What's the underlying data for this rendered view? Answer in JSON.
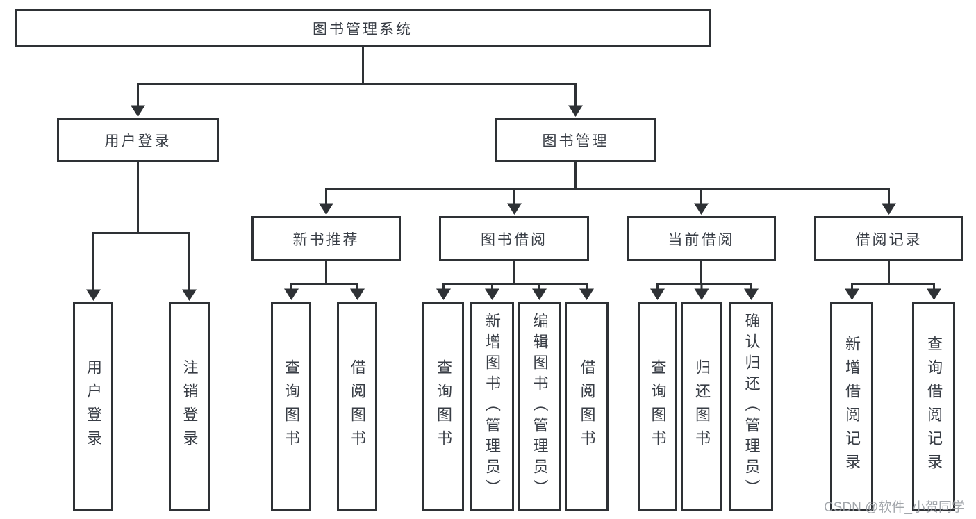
{
  "tree": {
    "root": "图书管理系统",
    "branches": [
      {
        "label": "用户登录",
        "leaves": [
          "用户登录",
          "注销登录"
        ]
      },
      {
        "label": "图书管理",
        "categories": [
          {
            "label": "新书推荐",
            "leaves": [
              "查询图书",
              "借阅图书"
            ]
          },
          {
            "label": "图书借阅",
            "leaves": [
              "查询图书",
              "新增图书（管理员）",
              "编辑图书（管理员）",
              "借阅图书"
            ]
          },
          {
            "label": "当前借阅",
            "leaves": [
              "查询图书",
              "归还图书",
              "确认归还（管理员）"
            ]
          },
          {
            "label": "借阅记录",
            "leaves": [
              "新增借阅记录",
              "查询借阅记录"
            ]
          }
        ]
      }
    ]
  },
  "colors": {
    "line": "#2e3135",
    "text": "#383d45",
    "watermark": "#989ca2"
  },
  "watermark": {
    "text": "CSDN @软件_小贺同学"
  }
}
